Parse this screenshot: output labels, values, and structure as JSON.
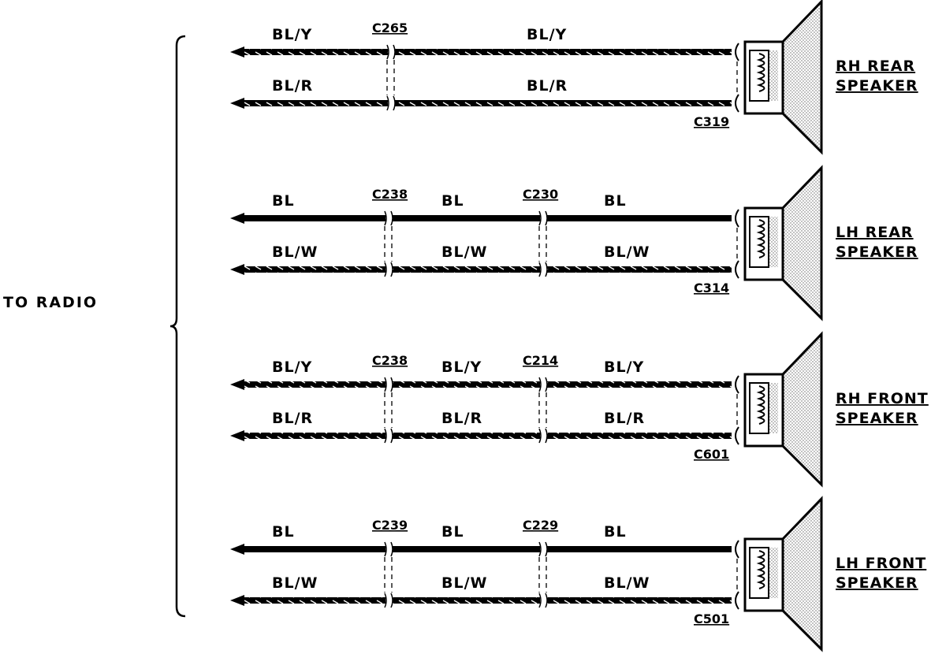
{
  "radio_label": "TO RADIO",
  "speakers": [
    {
      "name_lines": [
        "RH REAR",
        "SPEAKER"
      ],
      "connector": "C319",
      "splices": [
        "C265"
      ],
      "wires": [
        {
          "segments": [
            "BL/Y",
            "BL/Y"
          ],
          "striped": true
        },
        {
          "segments": [
            "BL/R",
            "BL/R"
          ],
          "striped": true
        }
      ]
    },
    {
      "name_lines": [
        "LH REAR",
        "SPEAKER"
      ],
      "connector": "C314",
      "splices": [
        "C238",
        "C230"
      ],
      "wires": [
        {
          "segments": [
            "BL",
            "BL",
            "BL"
          ],
          "striped": false
        },
        {
          "segments": [
            "BL/W",
            "BL/W",
            "BL/W"
          ],
          "striped": true
        }
      ]
    },
    {
      "name_lines": [
        "RH FRONT",
        "SPEAKER"
      ],
      "connector": "C601",
      "splices": [
        "C238",
        "C214"
      ],
      "wires": [
        {
          "segments": [
            "BL/Y",
            "BL/Y",
            "BL/Y"
          ],
          "striped": true
        },
        {
          "segments": [
            "BL/R",
            "BL/R",
            "BL/R"
          ],
          "striped": true
        }
      ]
    },
    {
      "name_lines": [
        "LH FRONT",
        "SPEAKER"
      ],
      "connector": "C501",
      "splices": [
        "C239",
        "C229"
      ],
      "wires": [
        {
          "segments": [
            "BL",
            "BL",
            "BL"
          ],
          "striped": false
        },
        {
          "segments": [
            "BL/W",
            "BL/W",
            "BL/W"
          ],
          "striped": true
        }
      ]
    }
  ]
}
